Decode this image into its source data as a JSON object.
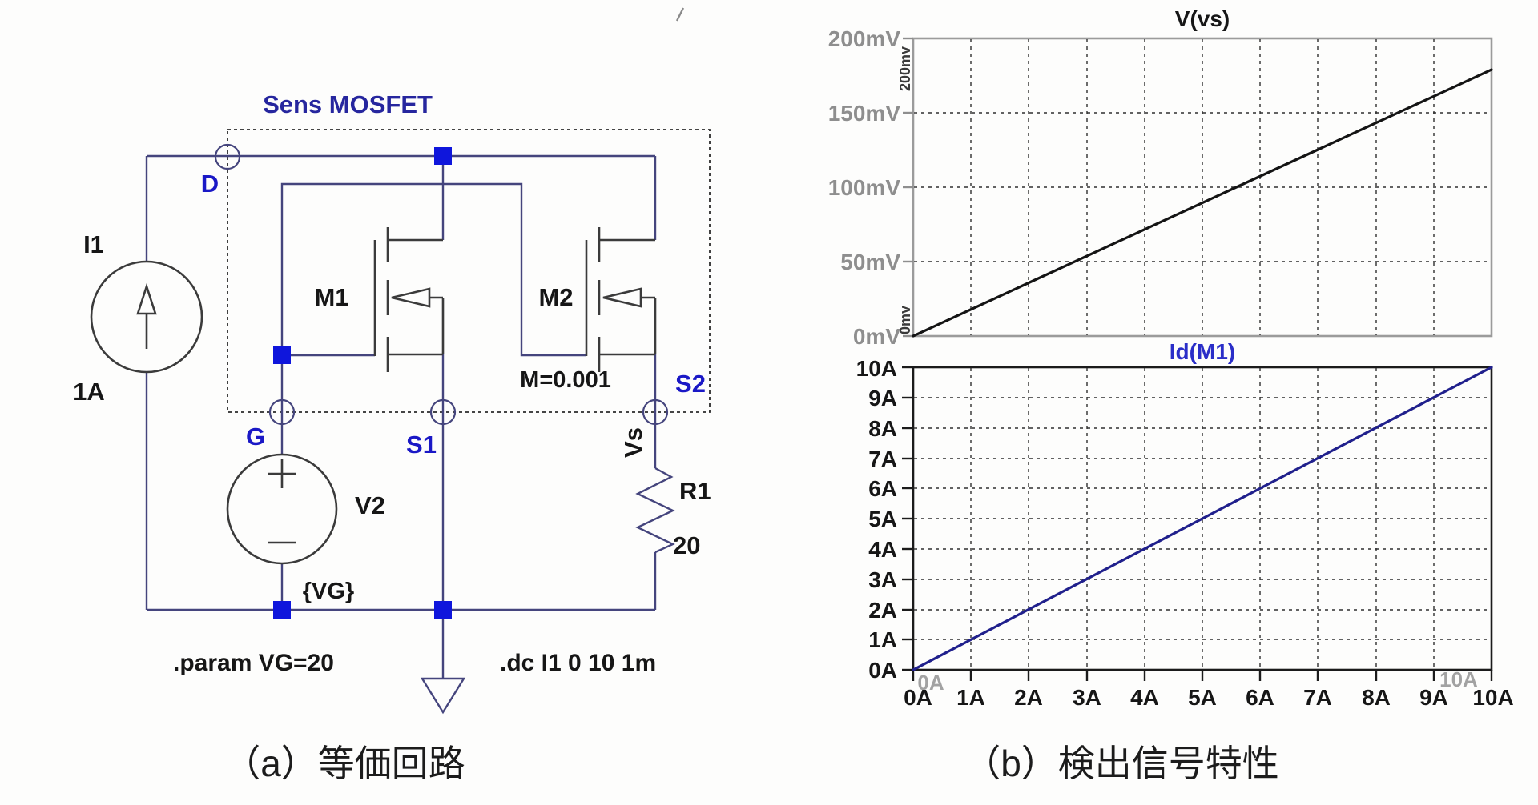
{
  "panel_a": {
    "caption": "（a）等価回路",
    "sens_box_label": "Sens MOSFET",
    "spice_directives": {
      "param": ".param VG=20",
      "dc": ".dc I1 0 10 1m"
    },
    "components": {
      "i1": {
        "ref": "I1",
        "value": "1A"
      },
      "m1": {
        "ref": "M1"
      },
      "m2": {
        "ref": "M2",
        "multiplier": "M=0.001"
      },
      "v2": {
        "ref": "V2",
        "value": "{VG}"
      },
      "r1": {
        "ref": "R1",
        "value": "20"
      }
    },
    "nodes": {
      "d": "D",
      "g": "G",
      "s1": "S1",
      "s2": "S2",
      "vs": "Vs"
    }
  },
  "panel_b": {
    "caption": "（b）検出信号特性"
  },
  "chart_data": [
    {
      "type": "line",
      "title": "V(vs)",
      "xlabel": "",
      "ylabel": "",
      "x_unit": "A",
      "y_unit": "mV",
      "xlim": [
        0,
        10
      ],
      "ylim": [
        0,
        200
      ],
      "grid": true,
      "legend_position": "none",
      "yticks": [
        "200mV",
        "150mV",
        "100mV",
        "50mV",
        "0mV"
      ],
      "ytick_values": [
        200,
        150,
        100,
        50,
        0
      ],
      "xtick_values": [
        0,
        1,
        2,
        3,
        4,
        5,
        6,
        7,
        8,
        9,
        10
      ],
      "edge_labels": {
        "top": "200mv",
        "bottom": "0mv"
      },
      "series": [
        {
          "name": "V(vs)",
          "color": "#141414",
          "points": [
            [
              0,
              0
            ],
            [
              10,
              179
            ]
          ]
        }
      ]
    },
    {
      "type": "line",
      "title": "Id(M1)",
      "xlabel": "",
      "ylabel": "",
      "x_unit": "A",
      "y_unit": "A",
      "xlim": [
        0,
        10
      ],
      "ylim": [
        0,
        10
      ],
      "grid": true,
      "legend_position": "none",
      "yticks": [
        "10A",
        "9A",
        "8A",
        "7A",
        "6A",
        "5A",
        "4A",
        "3A",
        "2A",
        "1A",
        "0A"
      ],
      "ytick_values": [
        10,
        9,
        8,
        7,
        6,
        5,
        4,
        3,
        2,
        1,
        0
      ],
      "xticks": [
        "0A",
        "1A",
        "2A",
        "3A",
        "4A",
        "5A",
        "6A",
        "7A",
        "8A",
        "9A",
        "10A"
      ],
      "xtick_values": [
        0,
        1,
        2,
        3,
        4,
        5,
        6,
        7,
        8,
        9,
        10
      ],
      "ghost_xticks": [
        "0A",
        "10A"
      ],
      "series": [
        {
          "name": "Id(M1)",
          "color": "#20208c",
          "points": [
            [
              0,
              0
            ],
            [
              10,
              10
            ]
          ]
        }
      ]
    }
  ]
}
